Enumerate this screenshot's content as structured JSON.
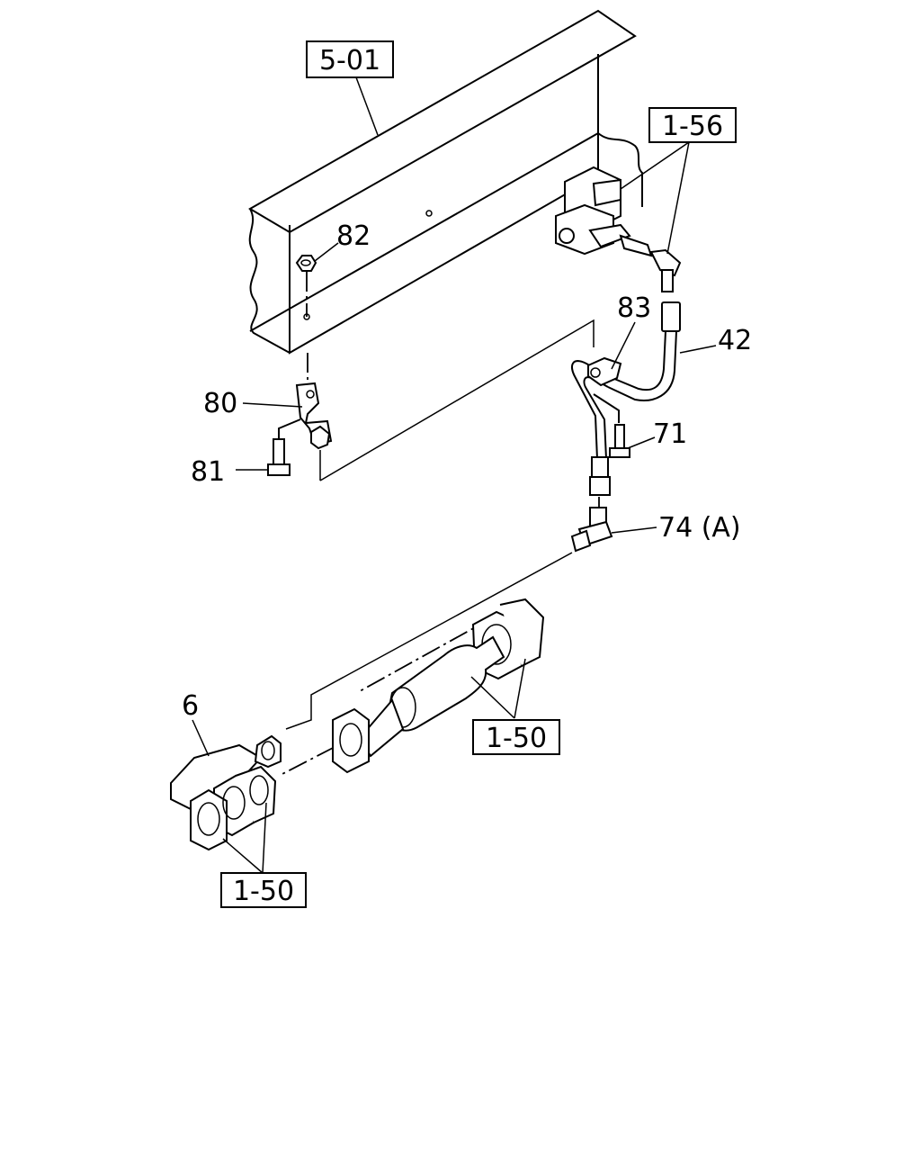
{
  "refs": {
    "r501": "5-01",
    "r156": "1-56",
    "r150a": "1-50",
    "r150b": "1-50"
  },
  "labels": {
    "p82": "82",
    "p83": "83",
    "p42": "42",
    "p80": "80",
    "p71": "71",
    "p81": "81",
    "p74": "74 (A)",
    "p6": "6"
  }
}
